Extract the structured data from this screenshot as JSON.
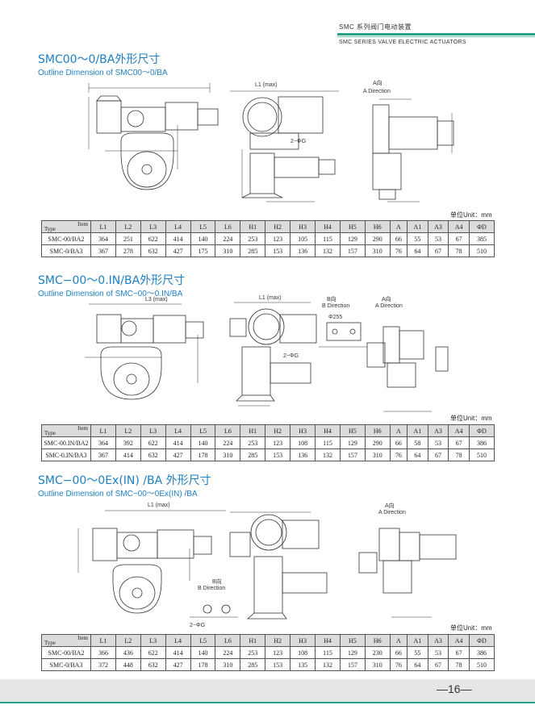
{
  "header": {
    "cn": "SMC 系列阀门电动装置",
    "en": "SMC SERIES VALVE ELECTRIC ACTUATORS"
  },
  "sections": [
    {
      "title": "SMC00～0/BA外形尺寸",
      "subtitle": "Outline Dimension of SMC00～0/BA",
      "unit": "单位Unit：mm",
      "labels": {
        "direction": "A Direction",
        "ax": "A向",
        "l1max": "L1 (max)",
        "hole": "2−ΦG"
      },
      "columns": [
        "L1",
        "L2",
        "L3",
        "L4",
        "L5",
        "L6",
        "H1",
        "H2",
        "H3",
        "H4",
        "H5",
        "H6",
        "A",
        "A1",
        "A3",
        "A4",
        "ΦD"
      ],
      "rows": [
        {
          "type": "SMC-00/BA2",
          "values": [
            "364",
            "251",
            "622",
            "414",
            "140",
            "224",
            "253",
            "123",
            "105",
            "115",
            "129",
            "290",
            "66",
            "55",
            "53",
            "67",
            "385"
          ]
        },
        {
          "type": "SMC-0/BA3",
          "values": [
            "367",
            "278",
            "632",
            "427",
            "175",
            "310",
            "285",
            "153",
            "136",
            "132",
            "157",
            "310",
            "76",
            "64",
            "67",
            "78",
            "510"
          ]
        }
      ]
    },
    {
      "title": "SMC−00～0.IN/BA外形尺寸",
      "subtitle": "Outline Dimension of SMC−00～0.IN/BA",
      "unit": "单位Unit：mm",
      "labels": {
        "direction": "B Direction",
        "direction2": "A Direction",
        "bx": "B向",
        "ax": "A向",
        "l3max": "L3 (max)",
        "l1max": "L1 (max)",
        "bore": "Φ255",
        "hole": "2−ΦG"
      },
      "columns": [
        "L1",
        "L2",
        "L3",
        "L4",
        "L5",
        "L6",
        "H1",
        "H2",
        "H3",
        "H4",
        "H5",
        "H6",
        "A",
        "A1",
        "A3",
        "A4",
        "ΦD"
      ],
      "rows": [
        {
          "type": "SMC-00.IN/BA2",
          "values": [
            "364",
            "392",
            "622",
            "414",
            "140",
            "224",
            "253",
            "123",
            "108",
            "115",
            "129",
            "290",
            "66",
            "58",
            "53",
            "67",
            "386"
          ]
        },
        {
          "type": "SMC-0.IN/BA3",
          "values": [
            "367",
            "414",
            "632",
            "427",
            "178",
            "310",
            "285",
            "153",
            "136",
            "132",
            "157",
            "310",
            "76",
            "64",
            "67",
            "78",
            "510"
          ]
        }
      ]
    },
    {
      "title": "SMC−00～0Ex(IN) /BA 外形尺寸",
      "subtitle": "Outline Dimension of SMC−00～0Ex(IN) /BA",
      "unit": "单位Unit：mm",
      "labels": {
        "direction": "A Direction",
        "direction2": "B Direction",
        "ax": "A向",
        "bx": "B向",
        "l1max": "L1 (max)",
        "hole": "2−ΦG"
      },
      "columns": [
        "L1",
        "L2",
        "L3",
        "L4",
        "L5",
        "L6",
        "H1",
        "H2",
        "H3",
        "H4",
        "H5",
        "H6",
        "A",
        "A1",
        "A3",
        "A4",
        "ΦD"
      ],
      "rows": [
        {
          "type": "SMC-00/BA2",
          "values": [
            "366",
            "436",
            "622",
            "414",
            "140",
            "224",
            "253",
            "123",
            "108",
            "115",
            "129",
            "230",
            "66",
            "55",
            "53",
            "67",
            "386"
          ]
        },
        {
          "type": "SMC-0/BA3",
          "values": [
            "372",
            "448",
            "632",
            "427",
            "178",
            "310",
            "285",
            "153",
            "135",
            "132",
            "157",
            "310",
            "76",
            "64",
            "67",
            "78",
            "510"
          ]
        }
      ]
    }
  ],
  "table_head": {
    "type": "Type",
    "item": "Item"
  },
  "footer": {
    "page": "—16—"
  }
}
